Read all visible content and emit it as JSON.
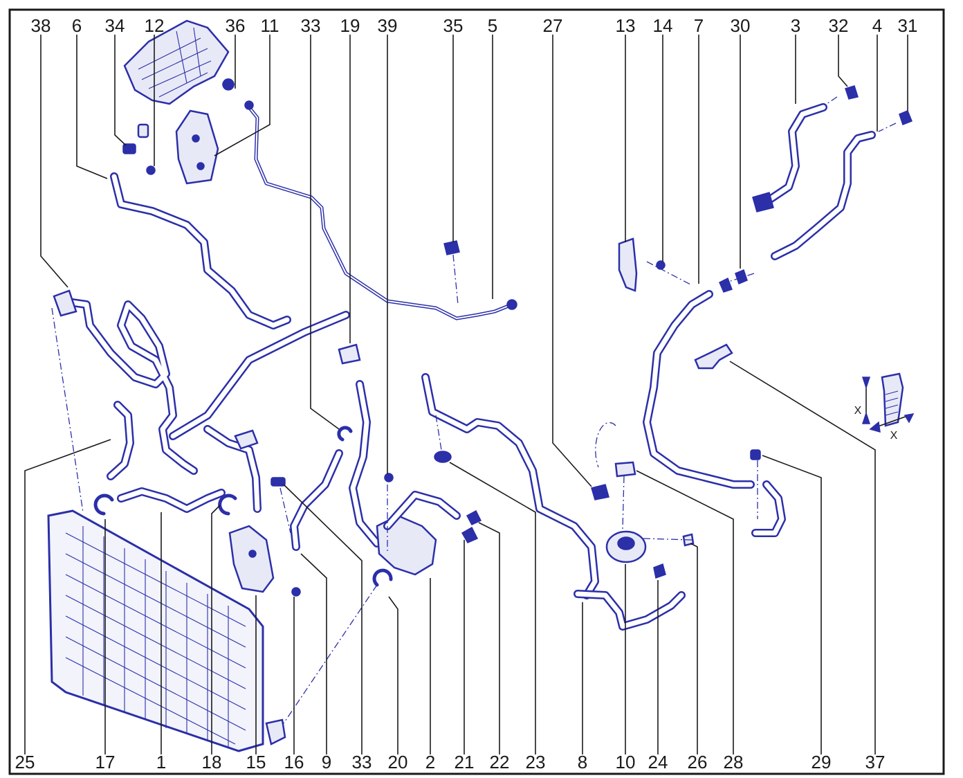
{
  "callouts_top": [
    "38",
    "6",
    "34",
    "12",
    "36",
    "11",
    "33",
    "19",
    "39",
    "35",
    "5",
    "27",
    "13",
    "14",
    "7",
    "30",
    "3",
    "32",
    "4",
    "31"
  ],
  "callouts_bottom": [
    "25",
    "17",
    "1",
    "18",
    "15",
    "16",
    "9",
    "33",
    "20",
    "2",
    "21",
    "22",
    "23",
    "8",
    "10",
    "24",
    "26",
    "28",
    "29",
    "37"
  ],
  "detail_labels": {
    "x_vertical": "X",
    "x_horizontal": "X"
  },
  "colors": {
    "line_art": "#2b2fa8",
    "labels": "#1a1a1a",
    "background": "#ffffff"
  }
}
